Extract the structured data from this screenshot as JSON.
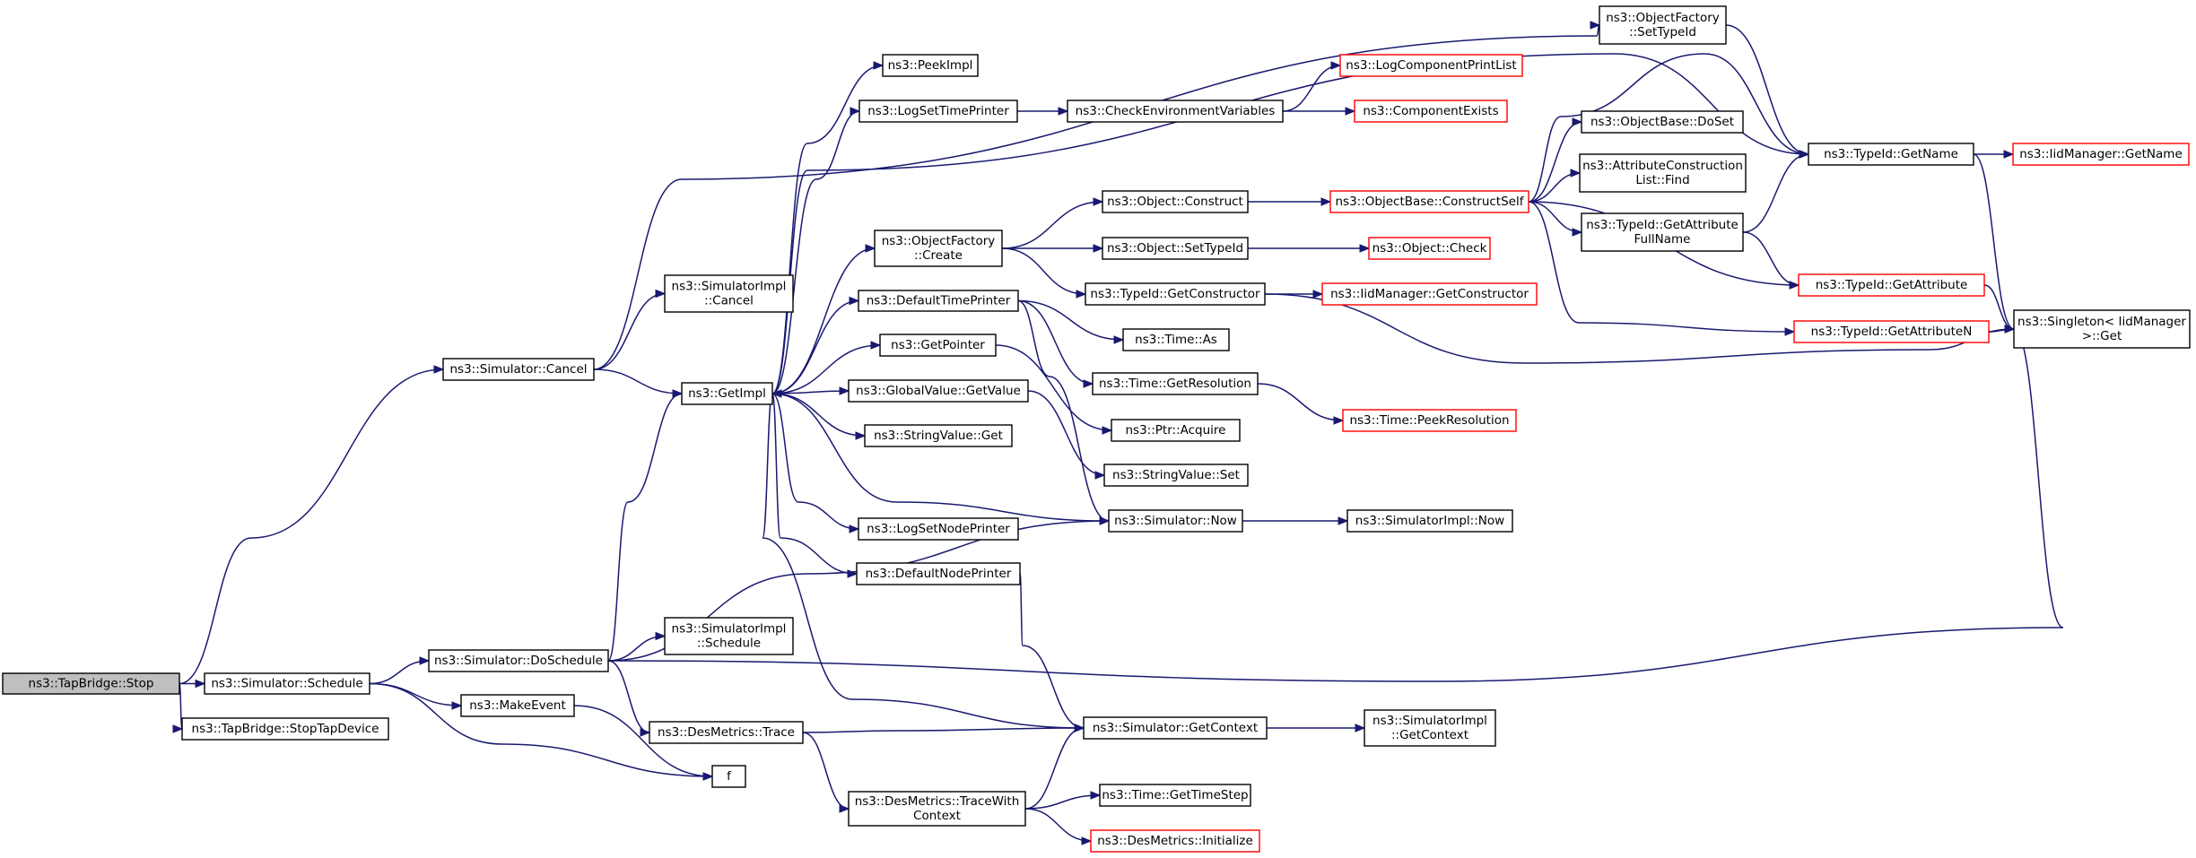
{
  "nodes": [
    {
      "id": "stop",
      "lines": [
        "ns3::TapBridge::Stop"
      ],
      "root": true
    },
    {
      "id": "schedule",
      "lines": [
        "ns3::Simulator::Schedule"
      ]
    },
    {
      "id": "stoptap",
      "lines": [
        "ns3::TapBridge::StopTapDevice"
      ]
    },
    {
      "id": "cancel",
      "lines": [
        "ns3::Simulator::Cancel"
      ]
    },
    {
      "id": "simimplcancel",
      "lines": [
        "ns3::SimulatorImpl",
        "::Cancel"
      ]
    },
    {
      "id": "getimpl",
      "lines": [
        "ns3::GetImpl"
      ]
    },
    {
      "id": "doschedule",
      "lines": [
        "ns3::Simulator::DoSchedule"
      ]
    },
    {
      "id": "makeevent",
      "lines": [
        "ns3::MakeEvent"
      ]
    },
    {
      "id": "f",
      "lines": [
        "f"
      ]
    },
    {
      "id": "simimplschedule",
      "lines": [
        "ns3::SimulatorImpl",
        "::Schedule"
      ]
    },
    {
      "id": "destrace",
      "lines": [
        "ns3::DesMetrics::Trace"
      ]
    },
    {
      "id": "traceWith",
      "lines": [
        "ns3::DesMetrics::TraceWith",
        "Context"
      ]
    },
    {
      "id": "peekimpl",
      "lines": [
        "ns3::PeekImpl"
      ]
    },
    {
      "id": "logsettime",
      "lines": [
        "ns3::LogSetTimePrinter"
      ]
    },
    {
      "id": "ofcreate",
      "lines": [
        "ns3::ObjectFactory",
        "::Create"
      ]
    },
    {
      "id": "deftimeprinter",
      "lines": [
        "ns3::DefaultTimePrinter"
      ]
    },
    {
      "id": "getpointer",
      "lines": [
        "ns3::GetPointer"
      ]
    },
    {
      "id": "gvgetvalue",
      "lines": [
        "ns3::GlobalValue::GetValue"
      ]
    },
    {
      "id": "strget",
      "lines": [
        "ns3::StringValue::Get"
      ]
    },
    {
      "id": "logsetnode",
      "lines": [
        "ns3::LogSetNodePrinter"
      ]
    },
    {
      "id": "defnodeprinter",
      "lines": [
        "ns3::DefaultNodePrinter"
      ]
    },
    {
      "id": "checkenv",
      "lines": [
        "ns3::CheckEnvironmentVariables"
      ]
    },
    {
      "id": "logcomplist",
      "lines": [
        "ns3::LogComponentPrintList"
      ],
      "red": true
    },
    {
      "id": "compexists",
      "lines": [
        "ns3::ComponentExists"
      ],
      "red": true
    },
    {
      "id": "objconstruct",
      "lines": [
        "ns3::Object::Construct"
      ]
    },
    {
      "id": "objsettypeid",
      "lines": [
        "ns3::Object::SetTypeId"
      ]
    },
    {
      "id": "tidgetctor",
      "lines": [
        "ns3::TypeId::GetConstructor"
      ]
    },
    {
      "id": "timeas",
      "lines": [
        "ns3::Time::As"
      ]
    },
    {
      "id": "timegetres",
      "lines": [
        "ns3::Time::GetResolution"
      ]
    },
    {
      "id": "ptracquire",
      "lines": [
        "ns3::Ptr::Acquire"
      ]
    },
    {
      "id": "strset",
      "lines": [
        "ns3::StringValue::Set"
      ]
    },
    {
      "id": "simnow",
      "lines": [
        "ns3::Simulator::Now"
      ]
    },
    {
      "id": "simgetctx",
      "lines": [
        "ns3::Simulator::GetContext"
      ]
    },
    {
      "id": "timestep",
      "lines": [
        "ns3::Time::GetTimeStep"
      ]
    },
    {
      "id": "desinit",
      "lines": [
        "ns3::DesMetrics::Initialize"
      ],
      "red": true
    },
    {
      "id": "ofsettypeid",
      "lines": [
        "ns3::ObjectFactory",
        "::SetTypeId"
      ]
    },
    {
      "id": "obconstructself",
      "lines": [
        "ns3::ObjectBase::ConstructSelf"
      ],
      "red": true
    },
    {
      "id": "objcheck",
      "lines": [
        "ns3::Object::Check"
      ],
      "red": true
    },
    {
      "id": "iidgetctor",
      "lines": [
        "ns3::IidManager::GetConstructor"
      ],
      "red": true
    },
    {
      "id": "timepeekres",
      "lines": [
        "ns3::Time::PeekResolution"
      ],
      "red": true
    },
    {
      "id": "simimplnow",
      "lines": [
        "ns3::SimulatorImpl::Now"
      ]
    },
    {
      "id": "simimplctx",
      "lines": [
        "ns3::SimulatorImpl",
        "::GetContext"
      ]
    },
    {
      "id": "obdoset",
      "lines": [
        "ns3::ObjectBase::DoSet"
      ]
    },
    {
      "id": "attrfind",
      "lines": [
        "ns3::AttributeConstruction",
        "List::Find"
      ]
    },
    {
      "id": "tidgetattrfull",
      "lines": [
        "ns3::TypeId::GetAttribute",
        "FullName"
      ]
    },
    {
      "id": "tidgetname",
      "lines": [
        "ns3::TypeId::GetName"
      ]
    },
    {
      "id": "iidgetname",
      "lines": [
        "ns3::IidManager::GetName"
      ],
      "red": true
    },
    {
      "id": "tidgetattr",
      "lines": [
        "ns3::TypeId::GetAttribute"
      ],
      "red": true
    },
    {
      "id": "tidgetattrn",
      "lines": [
        "ns3::TypeId::GetAttributeN"
      ],
      "red": true
    },
    {
      "id": "singleton",
      "lines": [
        "ns3::Singleton< IidManager",
        " >::Get"
      ]
    }
  ],
  "edges": [
    [
      "stop",
      "schedule"
    ],
    [
      "stop",
      "stoptap"
    ],
    [
      "stop",
      "cancel"
    ],
    [
      "schedule",
      "doschedule"
    ],
    [
      "schedule",
      "makeevent"
    ],
    [
      "schedule",
      "f"
    ],
    [
      "cancel",
      "simimplcancel"
    ],
    [
      "cancel",
      "getimpl"
    ],
    [
      "cancel",
      "ofsettypeid"
    ],
    [
      "doschedule",
      "getimpl"
    ],
    [
      "doschedule",
      "simimplschedule"
    ],
    [
      "doschedule",
      "destrace"
    ],
    [
      "doschedule",
      "simnow"
    ],
    [
      "doschedule",
      "singleton"
    ],
    [
      "makeevent",
      "f"
    ],
    [
      "destrace",
      "simgetctx"
    ],
    [
      "destrace",
      "traceWith"
    ],
    [
      "traceWith",
      "simgetctx"
    ],
    [
      "traceWith",
      "timestep"
    ],
    [
      "traceWith",
      "desinit"
    ],
    [
      "getimpl",
      "peekimpl"
    ],
    [
      "getimpl",
      "logsettime"
    ],
    [
      "getimpl",
      "ofcreate"
    ],
    [
      "getimpl",
      "deftimeprinter"
    ],
    [
      "getimpl",
      "getpointer"
    ],
    [
      "getimpl",
      "gvgetvalue"
    ],
    [
      "getimpl",
      "strget"
    ],
    [
      "getimpl",
      "logsetnode"
    ],
    [
      "getimpl",
      "defnodeprinter"
    ],
    [
      "getimpl",
      "tidgetname"
    ],
    [
      "simnow",
      "getimpl"
    ],
    [
      "simnow",
      "simimplnow"
    ],
    [
      "simgetctx",
      "getimpl"
    ],
    [
      "simgetctx",
      "simimplctx"
    ],
    [
      "logsettime",
      "checkenv"
    ],
    [
      "checkenv",
      "logcomplist"
    ],
    [
      "checkenv",
      "compexists"
    ],
    [
      "ofcreate",
      "objconstruct"
    ],
    [
      "ofcreate",
      "objsettypeid"
    ],
    [
      "ofcreate",
      "tidgetctor"
    ],
    [
      "deftimeprinter",
      "timeas"
    ],
    [
      "deftimeprinter",
      "timegetres"
    ],
    [
      "deftimeprinter",
      "simnow"
    ],
    [
      "getpointer",
      "ptracquire"
    ],
    [
      "gvgetvalue",
      "strset"
    ],
    [
      "defnodeprinter",
      "simgetctx"
    ],
    [
      "objconstruct",
      "obconstructself"
    ],
    [
      "objsettypeid",
      "objcheck"
    ],
    [
      "tidgetctor",
      "iidgetctor"
    ],
    [
      "tidgetctor",
      "singleton"
    ],
    [
      "timegetres",
      "timepeekres"
    ],
    [
      "obconstructself",
      "obdoset"
    ],
    [
      "obconstructself",
      "attrfind"
    ],
    [
      "obconstructself",
      "tidgetattrfull"
    ],
    [
      "obconstructself",
      "tidgetname"
    ],
    [
      "obconstructself",
      "tidgetattr"
    ],
    [
      "obconstructself",
      "tidgetattrn"
    ],
    [
      "ofsettypeid",
      "tidgetname"
    ],
    [
      "tidgetattrfull",
      "tidgetname"
    ],
    [
      "tidgetattrfull",
      "tidgetattr"
    ],
    [
      "tidgetname",
      "iidgetname"
    ],
    [
      "tidgetname",
      "singleton"
    ],
    [
      "tidgetattr",
      "singleton"
    ],
    [
      "tidgetattrn",
      "singleton"
    ]
  ],
  "colors": {
    "edge": "#191970",
    "root_fill": "#bfbfbf",
    "red_border": "#ff0000"
  }
}
